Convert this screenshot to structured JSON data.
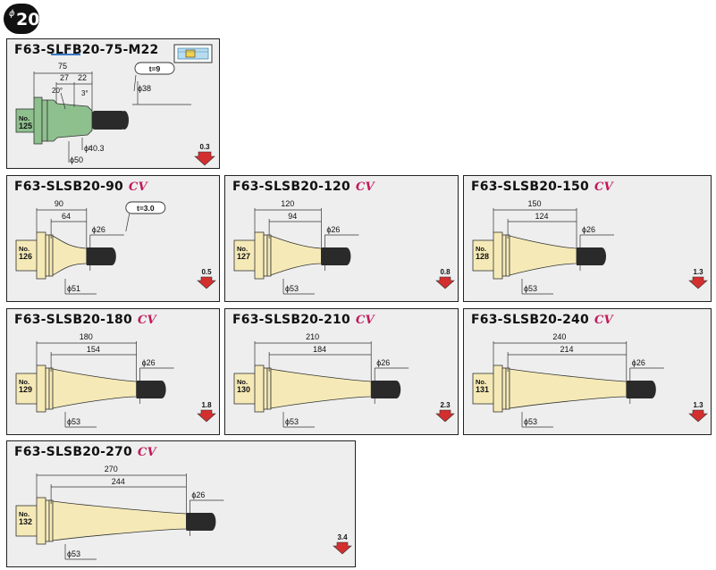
{
  "badge": {
    "phi": "ϕ",
    "value": "20"
  },
  "colors": {
    "body": "#f5eab7",
    "shank_grey": "#8ec08e",
    "stub": "#2a2a2a",
    "arrow": "#d32f2f",
    "cv": "#c2185b"
  },
  "cards": [
    {
      "id": "slfb20-75",
      "code": "F63-SLFB20-75-M22",
      "cv": "",
      "no_label": "No.",
      "no_value": "125",
      "total_len": "75",
      "dims": [
        "27",
        "22"
      ],
      "angle_a": "20°",
      "angle_b": "3°",
      "t_label": "t=9",
      "tip_dia": "ϕ38",
      "dia2": "ϕ40.3",
      "flange_dia": "ϕ50",
      "weight": "0.3",
      "icon": "tool-icon"
    },
    {
      "id": "slsb20-90",
      "code": "F63-SLSB20-90",
      "cv": "CV",
      "no_label": "No.",
      "no_value": "126",
      "total_len": "90",
      "len2": "64",
      "tip_dia": "ϕ26",
      "flange_dia": "ϕ51",
      "weight": "0.5",
      "t_label": "t=3.0"
    },
    {
      "id": "slsb20-120",
      "code": "F63-SLSB20-120",
      "cv": "CV",
      "no_label": "No.",
      "no_value": "127",
      "total_len": "120",
      "len2": "94",
      "tip_dia": "ϕ26",
      "flange_dia": "ϕ53",
      "weight": "0.8"
    },
    {
      "id": "slsb20-150",
      "code": "F63-SLSB20-150",
      "cv": "CV",
      "no_label": "No.",
      "no_value": "128",
      "total_len": "150",
      "len2": "124",
      "tip_dia": "ϕ26",
      "flange_dia": "ϕ53",
      "weight": "1.3"
    },
    {
      "id": "slsb20-180",
      "code": "F63-SLSB20-180",
      "cv": "CV",
      "no_label": "No.",
      "no_value": "129",
      "total_len": "180",
      "len2": "154",
      "tip_dia": "ϕ26",
      "flange_dia": "ϕ53",
      "weight": "1.8"
    },
    {
      "id": "slsb20-210",
      "code": "F63-SLSB20-210",
      "cv": "CV",
      "no_label": "No.",
      "no_value": "130",
      "total_len": "210",
      "len2": "184",
      "tip_dia": "ϕ26",
      "flange_dia": "ϕ53",
      "weight": "2.3"
    },
    {
      "id": "slsb20-240",
      "code": "F63-SLSB20-240",
      "cv": "CV",
      "no_label": "No.",
      "no_value": "131",
      "total_len": "240",
      "len2": "214",
      "tip_dia": "ϕ26",
      "flange_dia": "ϕ53",
      "weight": "1.3"
    },
    {
      "id": "slsb20-270",
      "code": "F63-SLSB20-270",
      "cv": "CV",
      "no_label": "No.",
      "no_value": "132",
      "total_len": "270",
      "len2": "244",
      "tip_dia": "ϕ26",
      "flange_dia": "ϕ53",
      "weight": "3.4"
    }
  ]
}
